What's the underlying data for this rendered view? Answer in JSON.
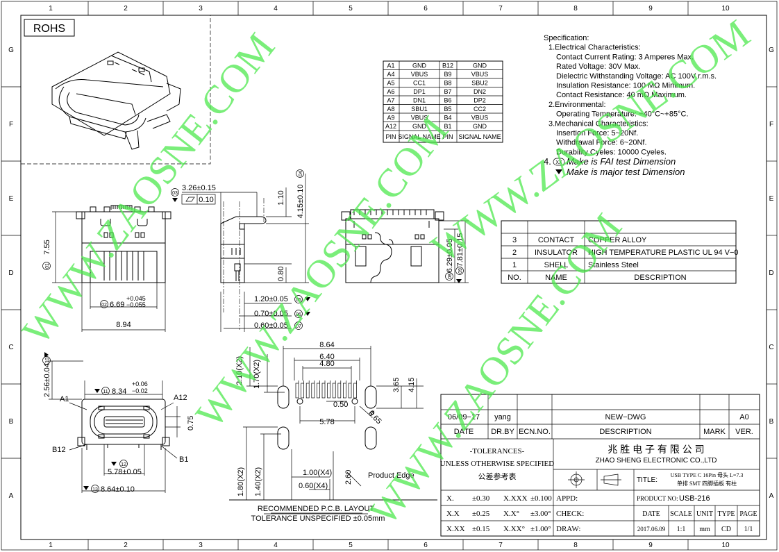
{
  "grid": {
    "cols": [
      "1",
      "2",
      "3",
      "4",
      "5",
      "6",
      "7",
      "8",
      "9",
      "10"
    ],
    "rows": [
      "G",
      "F",
      "E",
      "D",
      "C",
      "B",
      "A"
    ]
  },
  "rohs": "ROHS",
  "pin_table": {
    "rows": [
      [
        "A1",
        "GND",
        "B12",
        "GND"
      ],
      [
        "A4",
        "VBUS",
        "B9",
        "VBUS"
      ],
      [
        "A5",
        "CC1",
        "B8",
        "SBU2"
      ],
      [
        "A6",
        "DP1",
        "B7",
        "DN2"
      ],
      [
        "A7",
        "DN1",
        "B6",
        "DP2"
      ],
      [
        "A8",
        "SBU1",
        "B5",
        "CC2"
      ],
      [
        "A9",
        "VBUS",
        "B4",
        "VBUS"
      ],
      [
        "A12",
        "GND",
        "B1",
        "GND"
      ]
    ],
    "header": [
      "PIN",
      "SIGNAL NAME",
      "PIN",
      "SIGNAL NAME"
    ]
  },
  "spec": {
    "lines": [
      "Specification:",
      "1.Electrical Characteristics:",
      "Contact Current Rating: 3 Amperes Max.",
      "Rated Voltage:   30V Max.",
      "Dielectric Withstanding Voltage: AC 100V r.m.s.",
      "Insulation Resistance: 100 MΩ Minimum.",
      "Contact Resistance: 40 mΩ Maximum.",
      "2.Environmental:",
      "Operating Temperature: −40°C~+85°C.",
      "3.Mechanical Characteristics:",
      "Insertion Force: 5~20Nf.",
      "Withdrawal Force: 6~20Nf.",
      "Durability Cyeles: 10000 Cyeles."
    ],
    "note4": "Make  is  FAI  test  Dimension",
    "note4_num": "4.",
    "note4_symbol": "XX",
    "note_major": "Make  is  major  test  Dimension"
  },
  "bom": {
    "rows": [
      [
        "3",
        "CONTACT",
        "COPPER ALLOY"
      ],
      [
        "2",
        "INSULATOR",
        "HIGH TEMPERATURE PLASTIC UL 94 V−0"
      ],
      [
        "1",
        "SHELL",
        "Stainless Steel"
      ]
    ],
    "header": [
      "NO.",
      "NAME",
      "DESCRIPTION"
    ]
  },
  "dims": {
    "d01": "7.55",
    "d02_base": "6.69",
    "d02_plus": "+0.045",
    "d02_minus": "−0.055",
    "w894": "8.94",
    "d03": "3.26±0.15",
    "flat": "0.10",
    "h110": "1.10",
    "d04": "4.15±0.10",
    "h080": "0.80",
    "d05": "1.20±0.05",
    "d06": "0.70±0.05",
    "d07": "0.60±0.05",
    "d08": "6.29±0.05",
    "d09": "7.81±0.15",
    "d10": "2.56±0.04",
    "d11_base": "8.34",
    "d11_plus": "+0.06",
    "d11_minus": "−0.02",
    "d12": "5.78±0.05",
    "d13": "8.64±0.10",
    "v075": "0.75",
    "pcb_864": "8.64",
    "pcb_640": "6.40",
    "pcb_480": "4.80",
    "pcb_210": "2.10(X2)",
    "pcb_170": "1.70(X2)",
    "pcb_365": "3.65",
    "pcb_415": "4.15",
    "pcb_050": "0.50",
    "pcb_578": "5.78",
    "pcb_065": "0.65",
    "pcb_180": "1.80(X2)",
    "pcb_140": "1.40(X2)",
    "pcb_100": "1.00(X4)",
    "pcb_060": "0.60(X4)",
    "pcb_260": "2.60",
    "product_edge": "Product Edge"
  },
  "circled": {
    "c01": "01",
    "c02": "02",
    "c03": "03",
    "c04": "04",
    "c05": "05",
    "c06": "06",
    "c07": "07",
    "c08": "08",
    "c09": "09",
    "c10": "10",
    "c11": "11",
    "c12": "12",
    "c13": "13"
  },
  "pin_labels": {
    "a1": "A1",
    "a12": "A12",
    "b12": "B12",
    "b1": "B1"
  },
  "pcb_caption": {
    "title": "RECOMMENDED  P.C.B. LAYOUT",
    "tolerance": "TOLERANCE  UNSPECIFIED ±0.05mm"
  },
  "watermark": "WWW.ZAOSNE.COM",
  "title_block": {
    "rev_date": "06/09−17",
    "rev_by": "yang",
    "rev_desc": "NEW−DWG",
    "rev_ver": "A0",
    "h_date": "DATE",
    "h_drby": "DR.BY",
    "h_ecn": "ECN.NO.",
    "h_desc": "DESCRIPTION",
    "h_mark": "MARK",
    "h_ver": "VER.",
    "tol_title": "-TOLERANCES-",
    "tol_sub": "UNLESS OTHERWISE SPECIFIED",
    "tol_cn": "公差参考表",
    "company_cn": "兆 胜 电 子 有 限 公 司",
    "company_en": "ZHAO SHENG ELECTRONIC CO.,LTD",
    "title_label": "TITLE:",
    "title_line1": "USB TYPE C 16Pin 母头 L=7.3",
    "title_line2": "单排  SMT 四脚插板 有柱",
    "tol_rows": [
      [
        "X.",
        "±0.30",
        "X.XXX",
        "±0.100"
      ],
      [
        "X.X",
        "±0.25",
        "X.X°",
        "±3.00°"
      ],
      [
        "X.XX",
        "±0.15",
        "X.XX°",
        "±1.00°"
      ]
    ],
    "appd": "APPD:",
    "check": "CHECK:",
    "draw": "DRAW:",
    "product_no_label": "PRODUCT NO:",
    "product_no": "USB-216",
    "h_date2": "DATE",
    "h_scale": "SCALE",
    "h_unit": "UNIT",
    "h_type": "TYPE",
    "h_page": "PAGE",
    "v_date": "2017.06.09",
    "v_scale": "1:1",
    "v_unit": "mm",
    "v_type": "CD",
    "v_page": "1/1"
  }
}
